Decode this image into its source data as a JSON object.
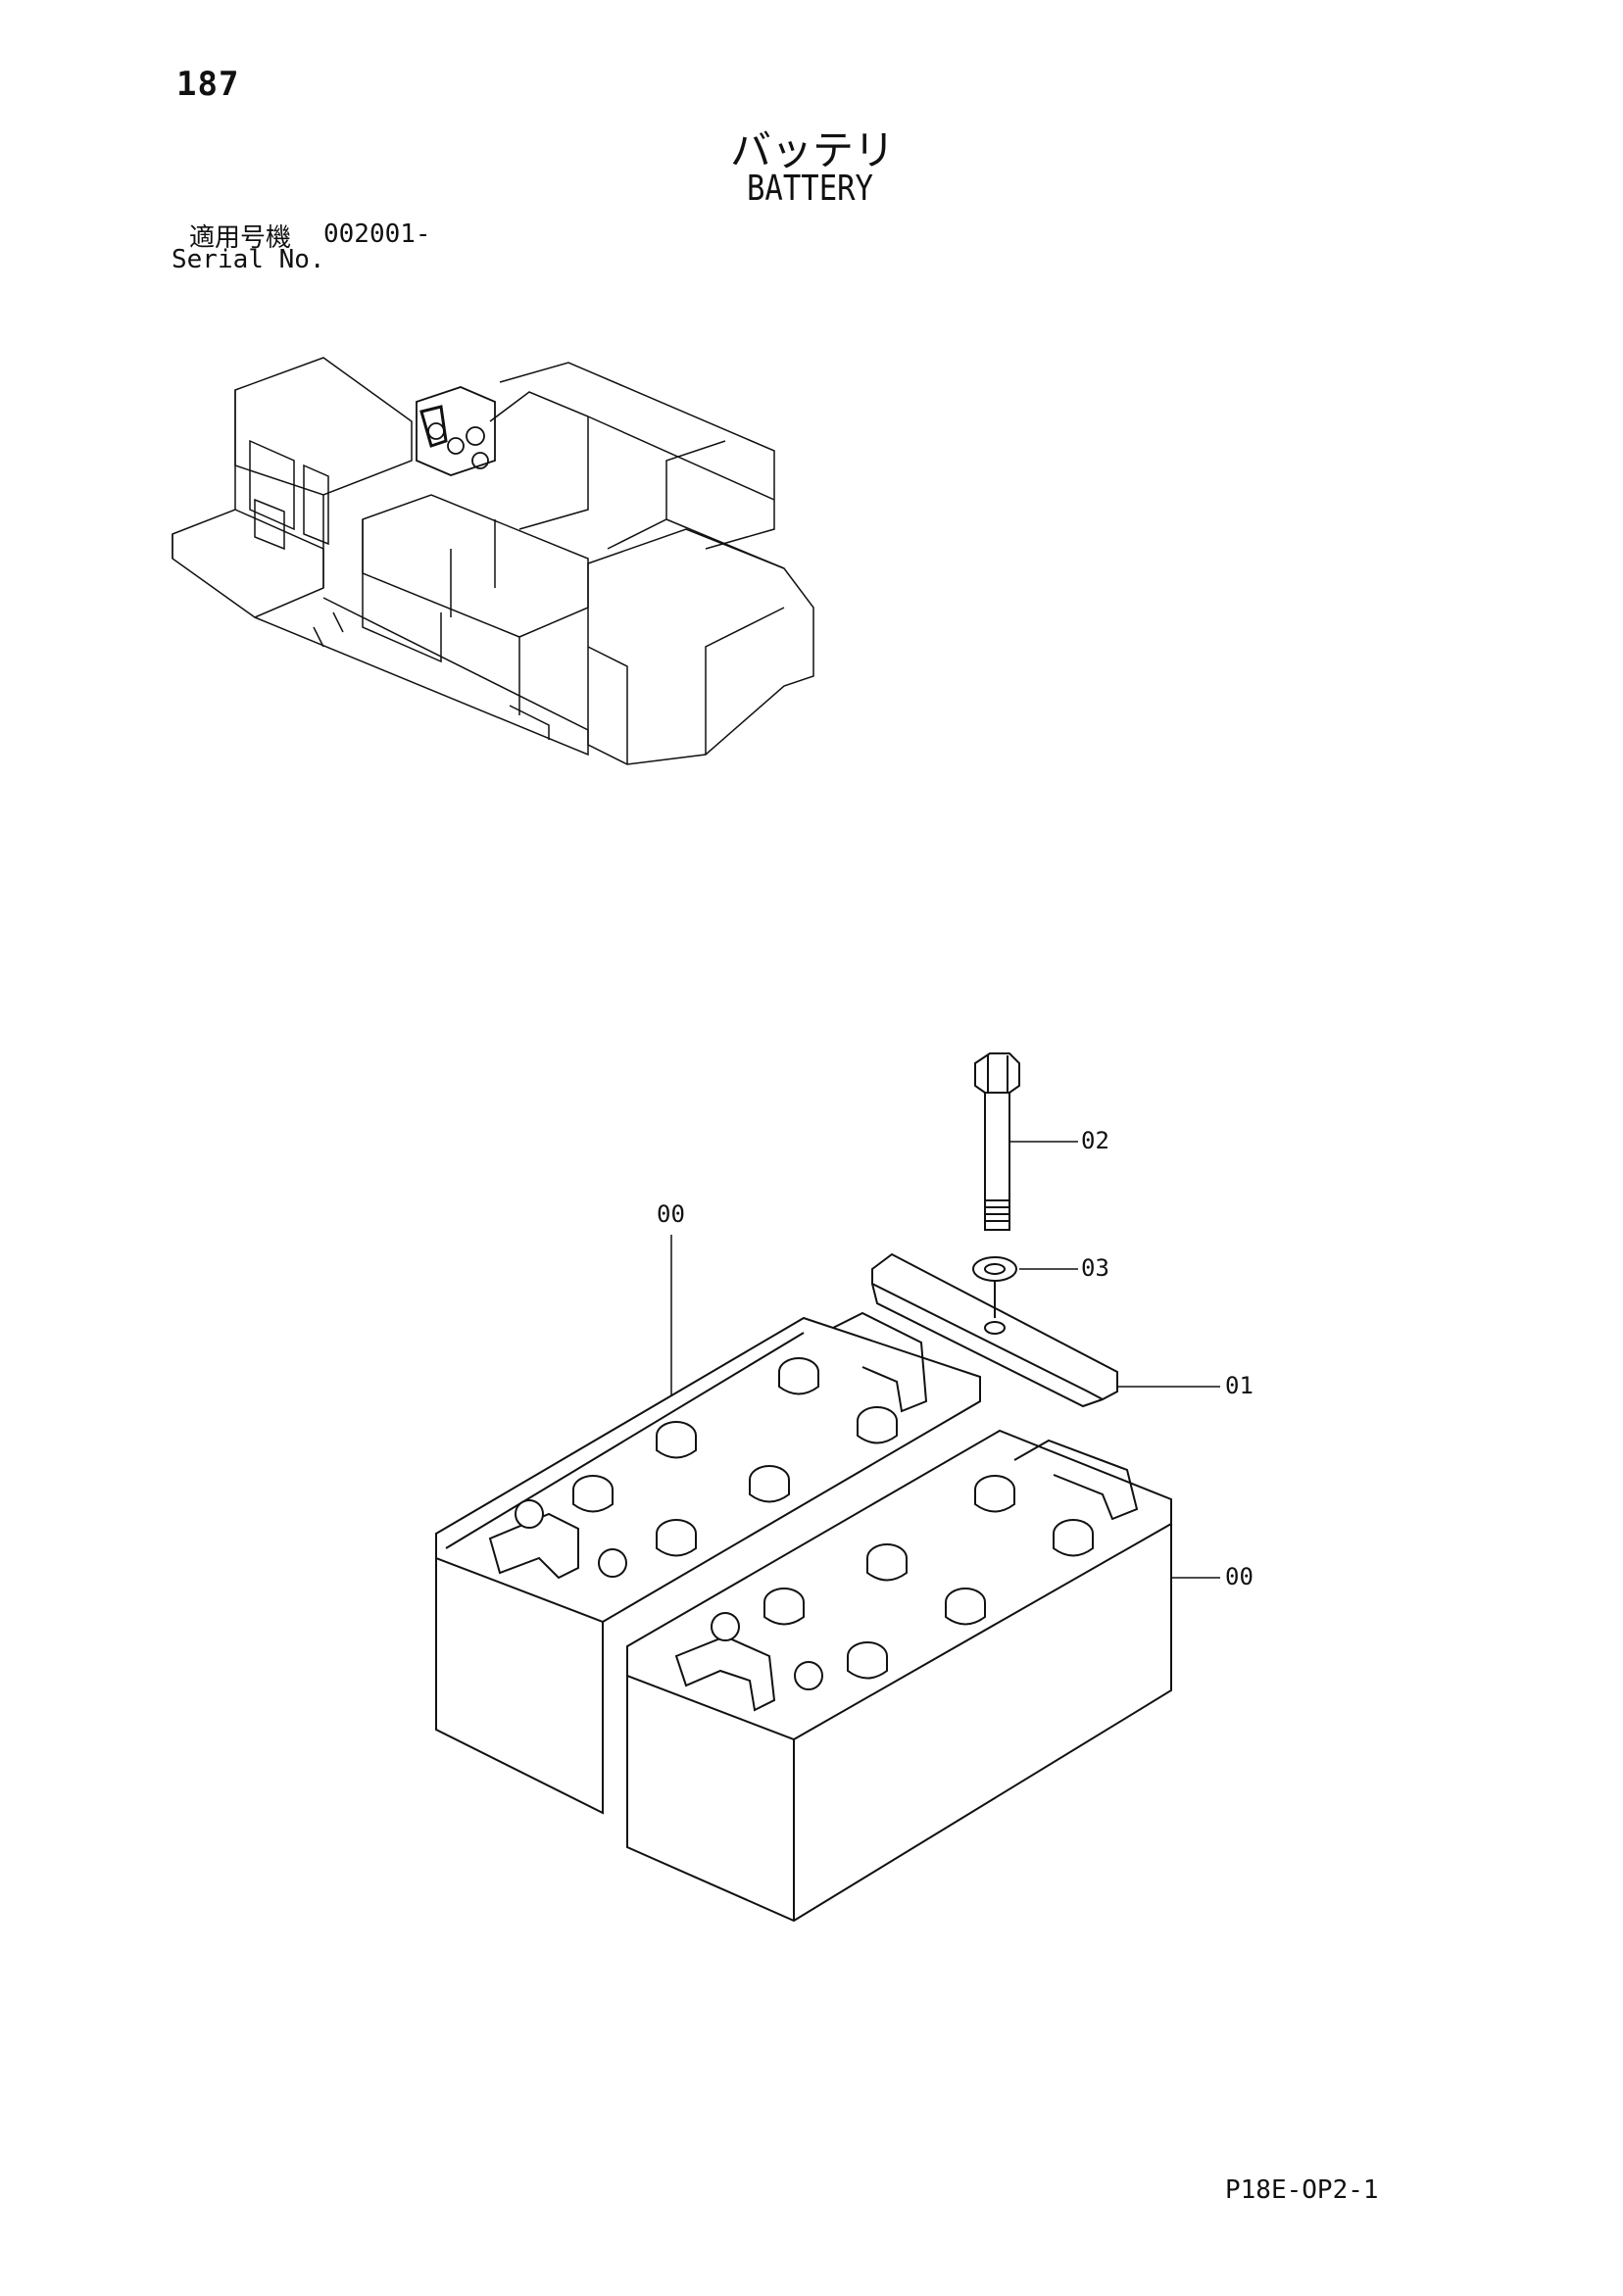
{
  "page": {
    "number": "187",
    "title_jp": "バッテリ",
    "title_en": "BATTERY",
    "serial_label_jp": "適用号機",
    "serial_value": "002001-",
    "serial_label_en": "Serial No.",
    "drawing_code": "P18E-OP2-1"
  },
  "callouts": [
    {
      "label": "00",
      "part": "battery-left"
    },
    {
      "label": "02",
      "part": "bolt"
    },
    {
      "label": "03",
      "part": "washer"
    },
    {
      "label": "01",
      "part": "clamp"
    },
    {
      "label": "00",
      "part": "battery-right"
    }
  ],
  "colors": {
    "ink": "#111111",
    "paper": "#ffffff"
  }
}
